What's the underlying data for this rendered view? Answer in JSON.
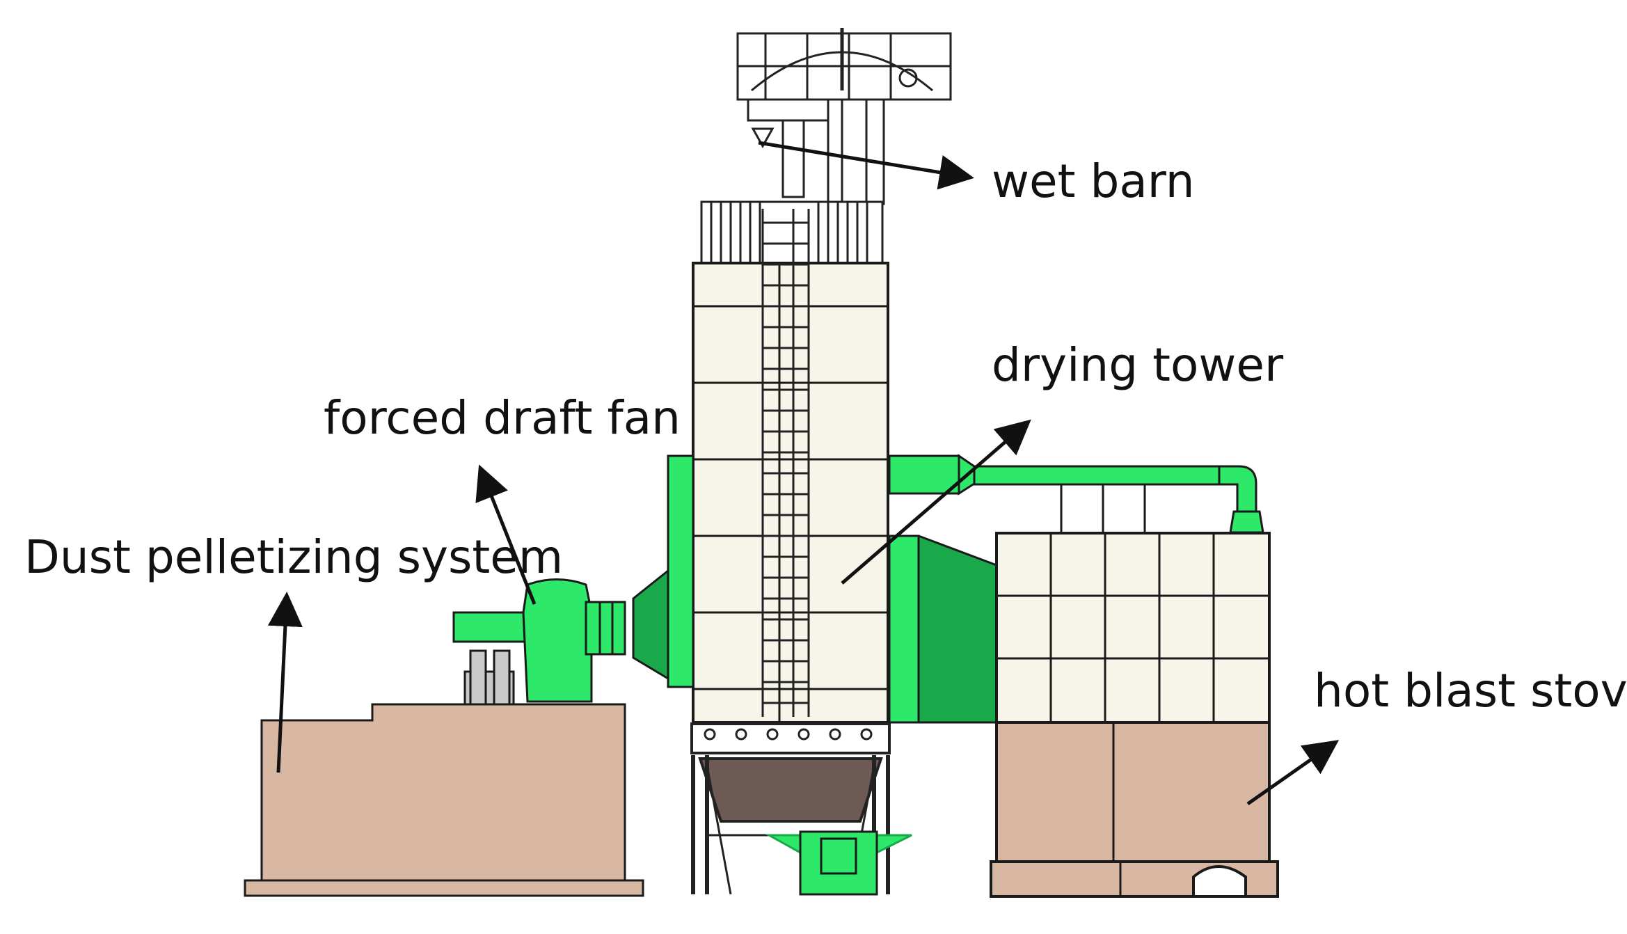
{
  "labels": {
    "wet_barn": "wet barn",
    "drying_tower": "drying tower",
    "forced_draft_fan": "forced draft fan",
    "dust_pelletizing_system": "Dust pelletizing system",
    "hot_blast_stove": "hot blast stove"
  },
  "colors": {
    "outline": "#1a1a1a",
    "panel": "#f7f5ea",
    "green": "#2ee86a",
    "green_dark": "#1aa94a",
    "tan": "#d8b8a2",
    "grey": "#c9c9c9",
    "hopper": "#6e5a55"
  }
}
